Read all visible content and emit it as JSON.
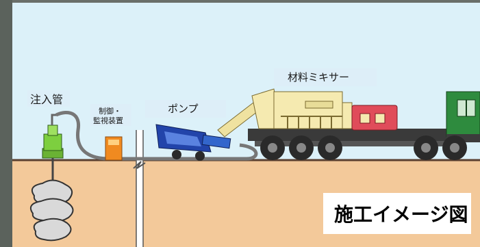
{
  "labels": {
    "injection_pipe": "注入管",
    "control_line1": "制御・",
    "control_line2": "監視装置",
    "pump": "ポンプ",
    "mixer": "材料ミキサー"
  },
  "caption": "施工イメージ図",
  "colors": {
    "sky": "#dcf1f9",
    "ground": "#f3c99a",
    "ground_line": "#5a4030",
    "pipe_hose": "#777777",
    "injector": "#7dcf3f",
    "control_unit": "#f08a20",
    "pump_body": "#2244aa",
    "mixer_body": "#f5eab0",
    "tank": "#e04c5a",
    "truck_cab": "#2e8b3e",
    "wheels": "#2a2a2a"
  }
}
